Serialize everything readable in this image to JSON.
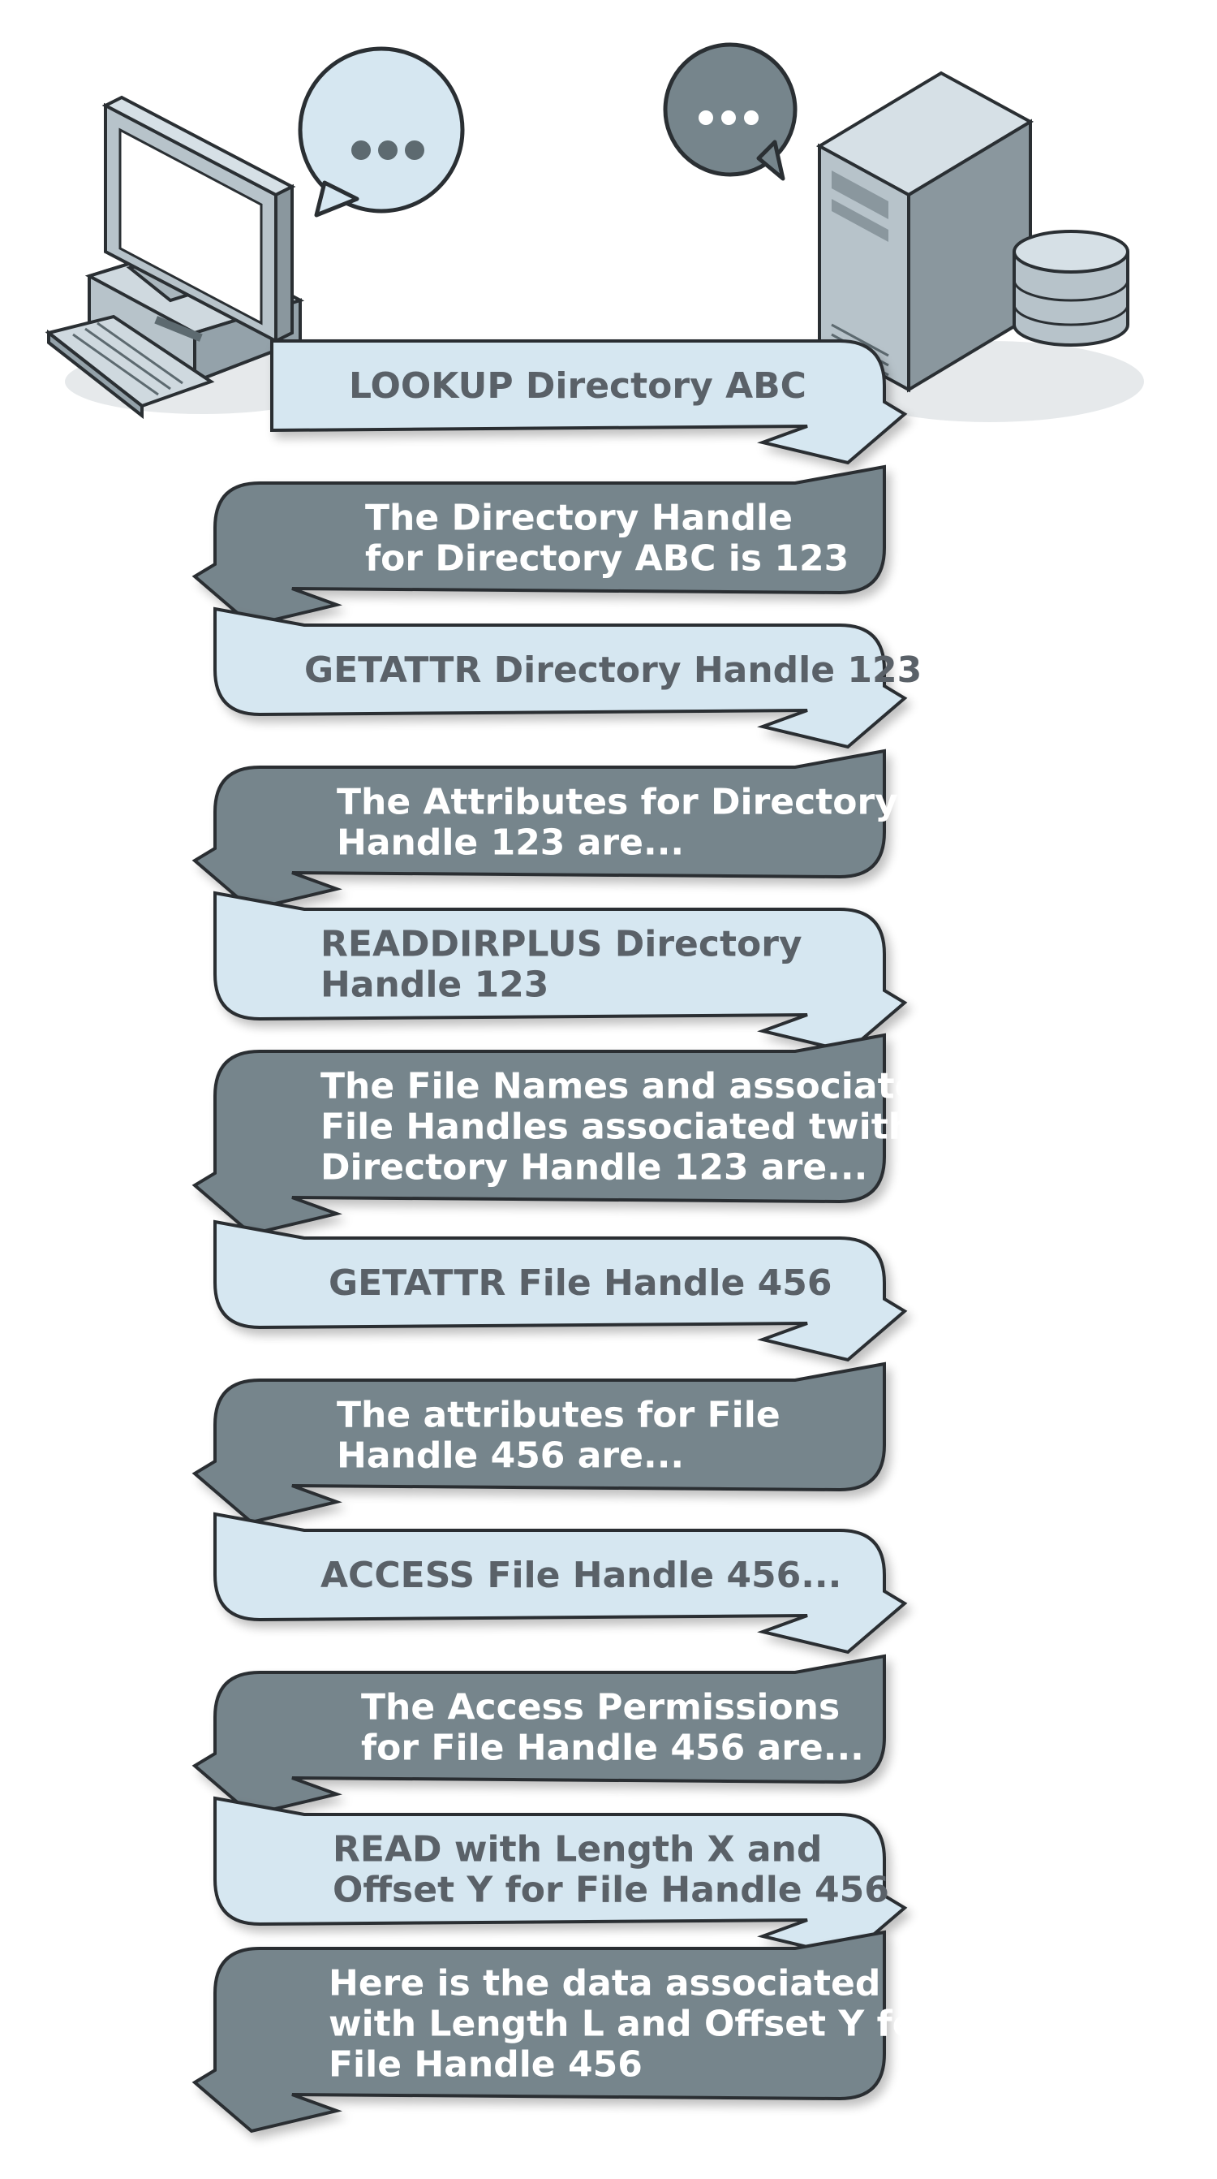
{
  "colors": {
    "request_fill": "#d6e7f1",
    "response_fill": "#76858c",
    "request_text": "#5a6168",
    "response_text": "#ffffff",
    "outline": "#2a2f33",
    "bubble_light": "#d6e7f1",
    "bubble_dark": "#76858c"
  },
  "icons": {
    "client": "desktop-computer-icon",
    "server": "server-tower-icon",
    "storage": "database-icon",
    "client_bubble": "speech-bubble-icon",
    "server_bubble": "speech-bubble-icon"
  },
  "messages": [
    {
      "kind": "request",
      "lines": [
        "LOOKUP Directory ABC"
      ]
    },
    {
      "kind": "response",
      "lines": [
        "The Directory Handle",
        "for Directory ABC is 123"
      ]
    },
    {
      "kind": "request",
      "lines": [
        "GETATTR Directory Handle 123"
      ]
    },
    {
      "kind": "response",
      "lines": [
        "The Attributes for Directory",
        "Handle 123 are..."
      ]
    },
    {
      "kind": "request",
      "lines": [
        "READDIRPLUS Directory",
        "Handle 123"
      ]
    },
    {
      "kind": "response",
      "lines": [
        "The File Names and associated",
        "File Handles associated twith",
        "Directory Handle 123 are..."
      ]
    },
    {
      "kind": "request",
      "lines": [
        "GETATTR File Handle 456"
      ]
    },
    {
      "kind": "response",
      "lines": [
        "The attributes for File",
        "Handle 456 are..."
      ]
    },
    {
      "kind": "request",
      "lines": [
        "ACCESS File Handle 456..."
      ]
    },
    {
      "kind": "response",
      "lines": [
        "The Access Permissions",
        "for File Handle 456 are..."
      ]
    },
    {
      "kind": "request",
      "lines": [
        "READ with Length X and",
        "Offset Y for File Handle 456"
      ]
    },
    {
      "kind": "response",
      "lines": [
        "Here is the data associated",
        "with Length L and Offset Y for",
        "File Handle 456"
      ]
    }
  ]
}
